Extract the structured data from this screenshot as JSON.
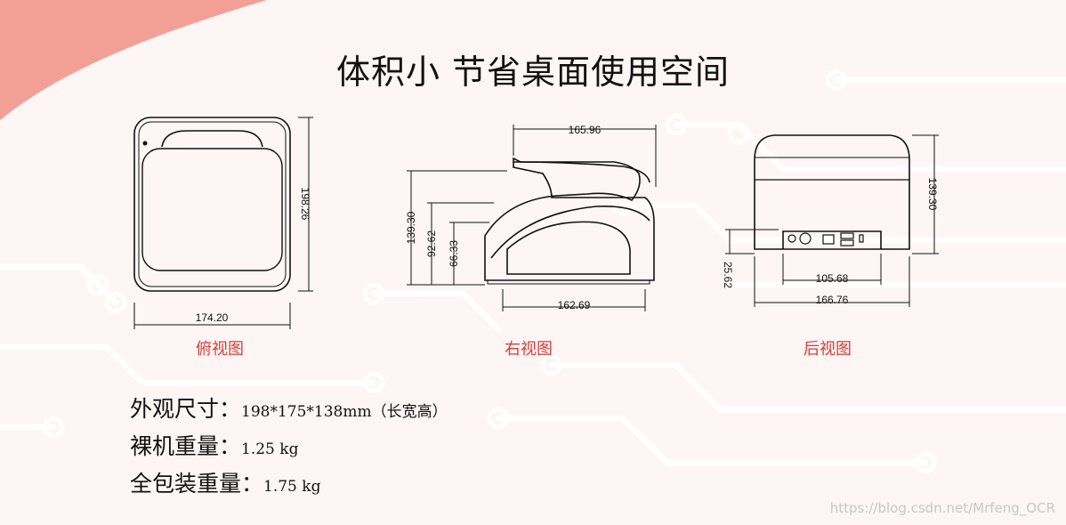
{
  "title": "体积小 节省桌面使用空间",
  "views": {
    "top": {
      "label": "俯视图",
      "width": "174.20",
      "depth": "198.26"
    },
    "right": {
      "label": "右视图",
      "top_length": "165.96",
      "bottom_length": "162.69",
      "height_total": "139.30",
      "height_mid": "92.62",
      "height_low": "66.33"
    },
    "back": {
      "label": "后视图",
      "height_total": "139.30",
      "port_height": "25.62",
      "port_width": "105.68",
      "width_total": "166.76"
    }
  },
  "specs": [
    {
      "label": "外观尺寸：",
      "value": "198*175*138mm（长宽高）"
    },
    {
      "label": "裸机重量：",
      "value": "1.25 kg"
    },
    {
      "label": "全包装重量：",
      "value": "1.75 kg"
    }
  ],
  "watermark": "https://blog.csdn.net/Mrfeng_OCR",
  "colors": {
    "accent": "#d2413b",
    "corner": "#f2a096",
    "circuit": "#ffffff"
  }
}
